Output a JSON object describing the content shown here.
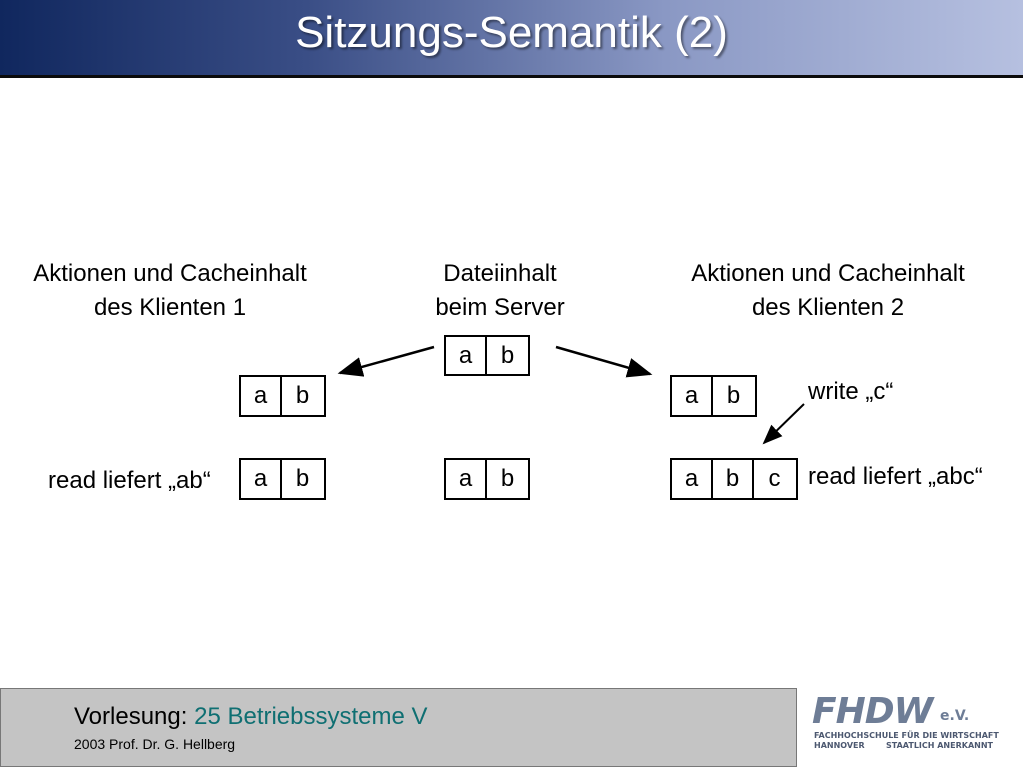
{
  "header": {
    "title": "Sitzungs-Semantik (2)"
  },
  "diagram": {
    "client1": {
      "line1": "Aktionen und Cacheinhalt",
      "line2": "des Klienten 1"
    },
    "server": {
      "line1": "Dateiinhalt",
      "line2": "beim Server"
    },
    "client2": {
      "line1": "Aktionen und Cacheinhalt",
      "line2": "des Klienten 2"
    },
    "cells": {
      "a": "a",
      "b": "b",
      "c": "c"
    },
    "notes": {
      "read1": "read liefert „ab“",
      "write": "write „c“",
      "read2": "read liefert „abc“"
    }
  },
  "footer": {
    "prefix": "Vorlesung:",
    "course": "25 Betriebssysteme V",
    "credit": "2003 Prof. Dr. G. Hellberg"
  },
  "logo": {
    "main": "FHDW",
    "sub": "e.V.",
    "line1": "FACHHOCHSCHULE FÜR DIE WIRTSCHAFT",
    "line2": "HANNOVER",
    "line3": "STAATLICH ANERKANNT"
  }
}
